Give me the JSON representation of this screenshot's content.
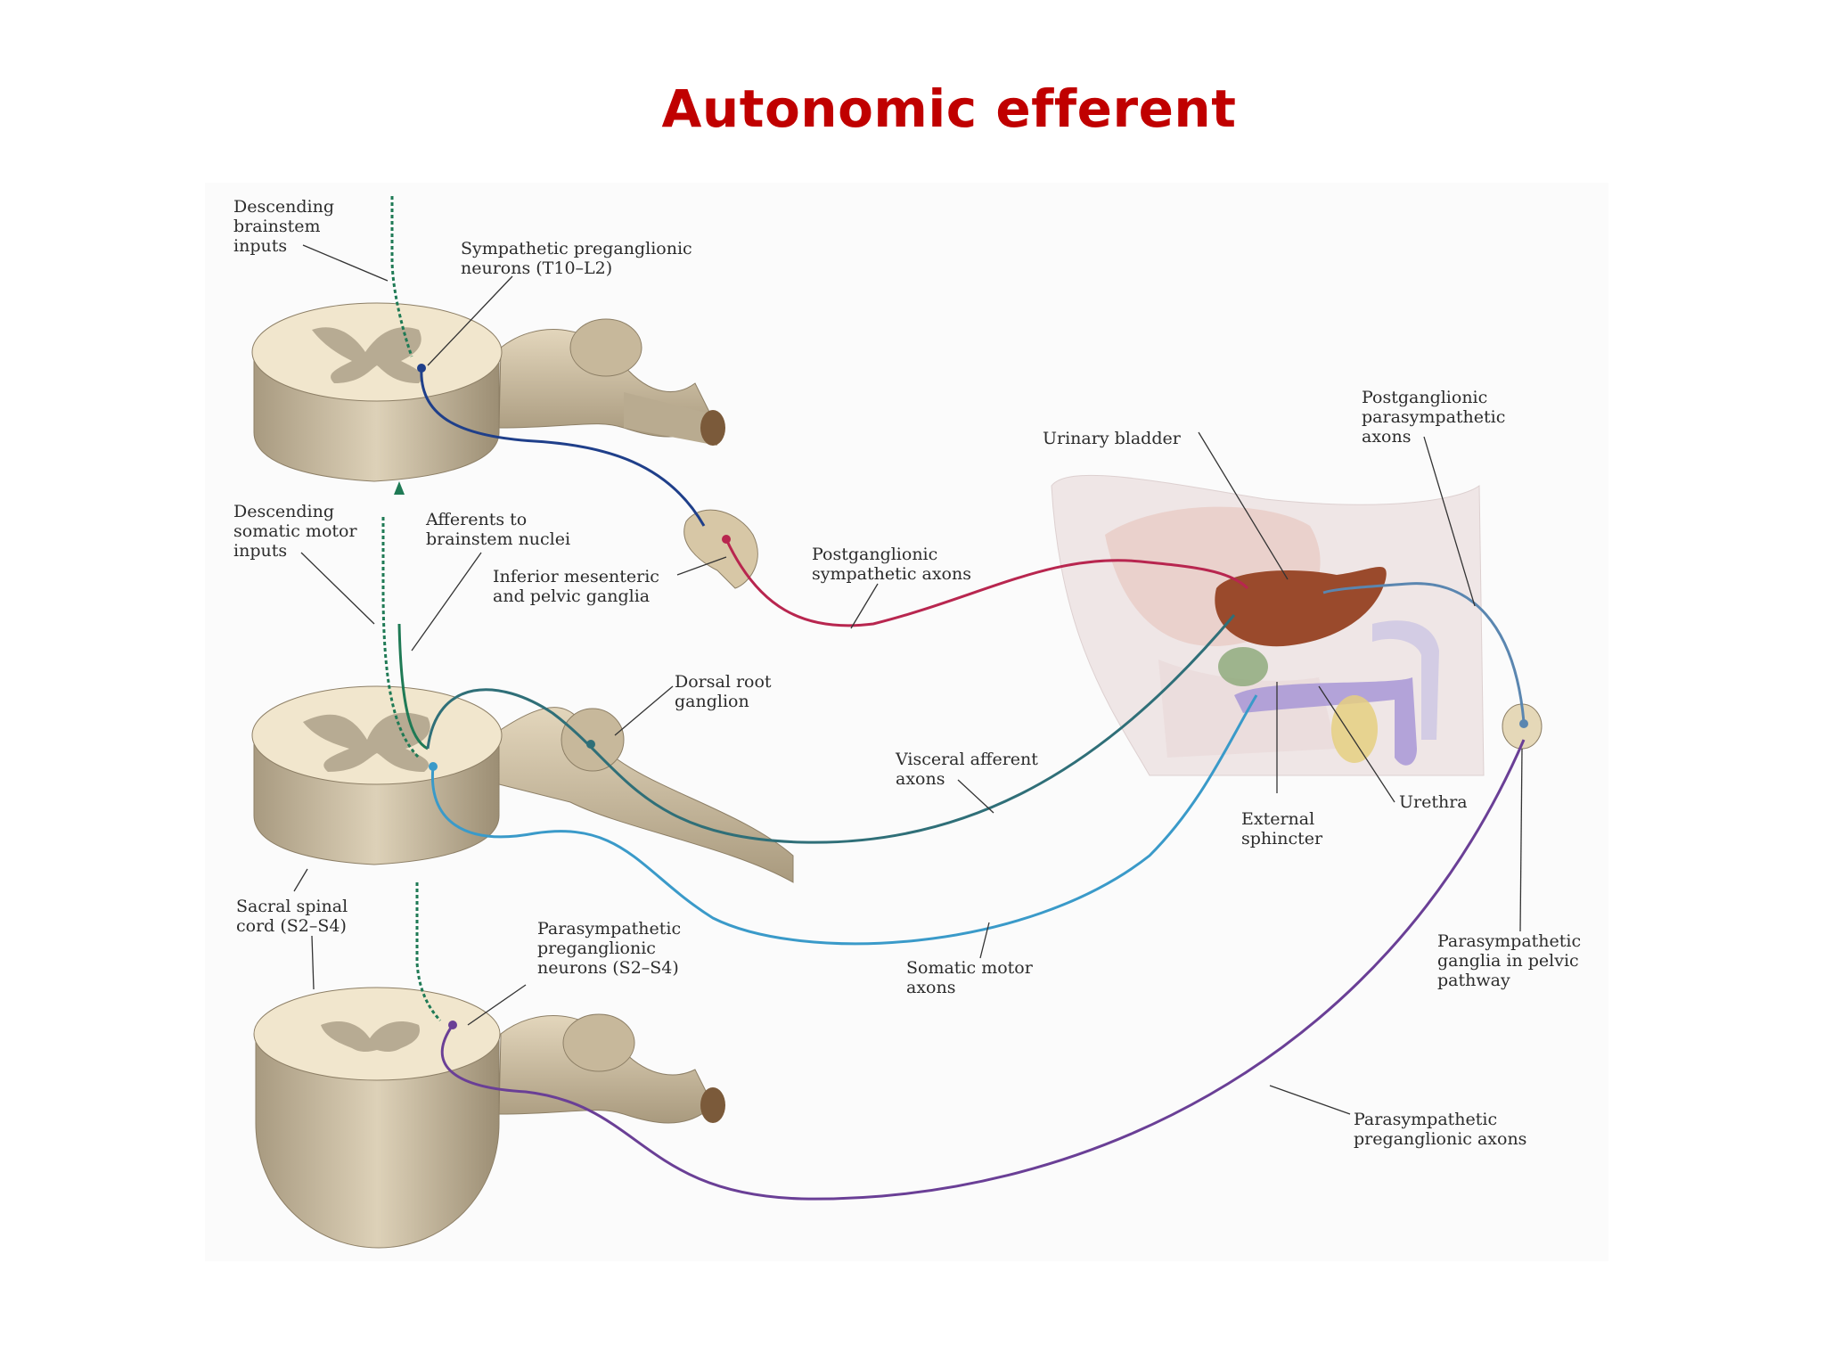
{
  "title": "Autonomic  efferent",
  "labels": {
    "descending_brainstem": [
      "Descending",
      "brainstem",
      "inputs"
    ],
    "sympathetic_preganglionic": [
      "Sympathetic preganglionic",
      "neurons (T10–L2)"
    ],
    "descending_somatic": [
      "Descending",
      "somatic motor",
      "inputs"
    ],
    "afferents_brainstem": [
      "Afferents to",
      "brainstem nuclei"
    ],
    "inferior_mesenteric": [
      "Inferior mesenteric",
      "and pelvic ganglia"
    ],
    "postganglionic_sympathetic": [
      "Postganglionic",
      "sympathetic axons"
    ],
    "dorsal_root": [
      "Dorsal root",
      "ganglion"
    ],
    "visceral_afferent": [
      "Visceral afferent",
      "axons"
    ],
    "sacral_cord": [
      "Sacral spinal",
      "cord (S2–S4)"
    ],
    "parasympathetic_preganglionic_neurons": [
      "Parasympathetic",
      "preganglionic",
      "neurons (S2–S4)"
    ],
    "somatic_motor": [
      "Somatic motor",
      "axons"
    ],
    "urinary_bladder": [
      "Urinary bladder"
    ],
    "postganglionic_parasympathetic": [
      "Postganglionic",
      "parasympathetic",
      "axons"
    ],
    "external_sphincter": [
      "External",
      "sphincter"
    ],
    "urethra": [
      "Urethra"
    ],
    "parasympathetic_ganglia": [
      "Parasympathetic",
      "ganglia in pelvic",
      "pathway"
    ],
    "parasympathetic_preganglionic_axons": [
      "Parasympathetic",
      "preganglionic axons"
    ]
  },
  "colors": {
    "title": "#c00000",
    "sympathetic_pre": "#1f3f8a",
    "sympathetic_post": "#b8264f",
    "descending": "#1f7a55",
    "visceral_afferent": "#2f6f78",
    "somatic_motor": "#3a9ac9",
    "parasympathetic_pre": "#6a3f96",
    "parasympathetic_post": "#5a86b0",
    "cord": "#d9cbb0",
    "grey_matter": "#b7ab93",
    "bladder": "#9a4a2c"
  }
}
